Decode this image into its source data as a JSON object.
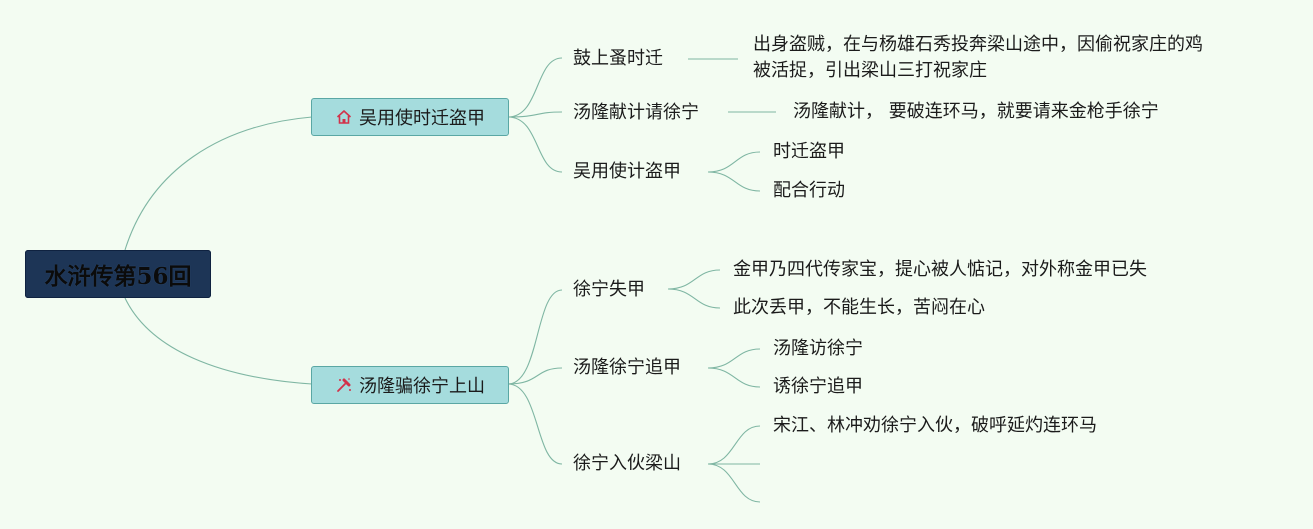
{
  "root": {
    "title": "水浒传第56回"
  },
  "branches": [
    {
      "label": "吴用使时迁盗甲",
      "icon": "house-icon",
      "icon_color": "#d2324a",
      "subs": [
        {
          "label": "鼓上蚤时迁",
          "leaves": [
            "出身盗贼，在与杨雄石秀投奔梁山途中，因偷祝家庄的鸡",
            "被活捉，引出梁山三打祝家庄"
          ]
        },
        {
          "label": "汤隆献计请徐宁",
          "leaves": [
            "汤隆献计， 要破连环马，就要请来金枪手徐宁"
          ]
        },
        {
          "label": "吴用使计盗甲",
          "leaves": [
            "时迁盗甲",
            "配合行动"
          ]
        }
      ]
    },
    {
      "label": "汤隆骗徐宁上山",
      "icon": "hammer-icon",
      "icon_color": "#d2324a",
      "subs": [
        {
          "label": "徐宁失甲",
          "leaves": [
            "金甲乃四代传家宝，提心被人惦记，对外称金甲已失",
            "此次丢甲，不能生长，苦闷在心"
          ]
        },
        {
          "label": "汤隆徐宁追甲",
          "leaves": [
            "汤隆访徐宁",
            "诱徐宁追甲"
          ]
        },
        {
          "label": "徐宁入伙梁山",
          "leaves": [
            "宋江、林冲劝徐宁入伙，破呼延灼连环马",
            "",
            ""
          ]
        }
      ]
    }
  ]
}
